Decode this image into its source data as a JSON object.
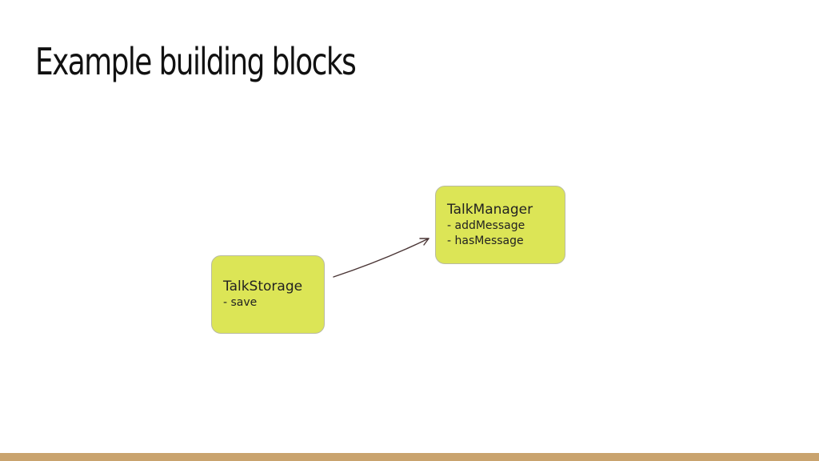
{
  "slide": {
    "title": "Example building blocks"
  },
  "blocks": {
    "storage": {
      "name": "TalkStorage",
      "methods": [
        "- save"
      ]
    },
    "manager": {
      "name": "TalkManager",
      "methods": [
        "- addMessage",
        "- hasMessage"
      ]
    }
  },
  "colors": {
    "block_fill": "#dce556",
    "arrow": "#4a3535",
    "footer_bar": "#c9a36e"
  },
  "arrow": {
    "from": "TalkStorage",
    "to": "TalkManager"
  }
}
